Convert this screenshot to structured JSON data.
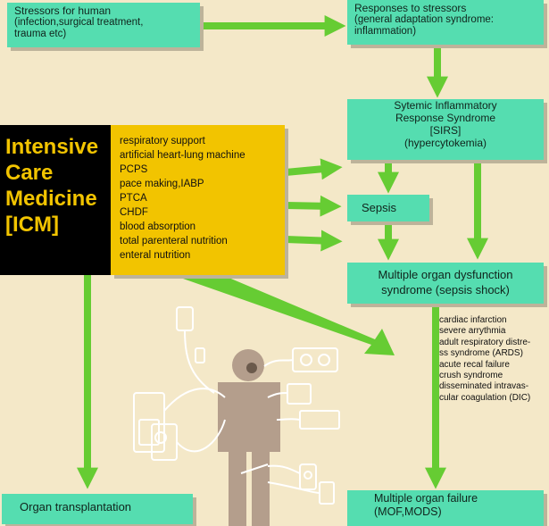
{
  "boxes": {
    "stressors": {
      "title": "Stressors for human",
      "line1": "(infection,surgical treatment,",
      "line2": "trauma etc)"
    },
    "responses": {
      "title": "Responses to stressors",
      "line1": "(general adaptation syndrome:",
      "line2": "inflammation)"
    },
    "sirs": {
      "line1": "Sytemic Inflammatory",
      "line2": "Response Syndrome",
      "line3": "[SIRS]",
      "line4": "(hypercytokemia)"
    },
    "sepsis": {
      "title": "Sepsis"
    },
    "mods": {
      "line1": "Multiple organ dysfunction",
      "line2": "syndrome (sepsis shock)"
    },
    "mof": {
      "line1": "Multiple organ failure",
      "line2": "(MOF,MODS)"
    },
    "organ": {
      "title": "Organ transplantation"
    }
  },
  "icm": {
    "title_lines": [
      "Intensive",
      "Care",
      "Medicine",
      "[ICM]"
    ],
    "items": [
      "respiratory support",
      "artificial heart-lung machine",
      "PCPS",
      "pace making,IABP",
      "PTCA",
      "CHDF",
      "blood absorption",
      "total parenteral nutrition",
      "enteral nutrition"
    ]
  },
  "complications": [
    "cardiac infarction",
    "severe arrythmia",
    "adult respiratory distre-",
    "ss syndrome (ARDS)",
    "acute recal failure",
    "crush syndrome",
    "disseminated intravas-",
    "cular coagulation (DIC)"
  ],
  "colors": {
    "background": "#f4e8c8",
    "box": "#55ddb0",
    "arrow": "#66cc33",
    "icm_black": "#000000",
    "icm_yellow": "#f2c400",
    "figure": "#b49e8c"
  }
}
